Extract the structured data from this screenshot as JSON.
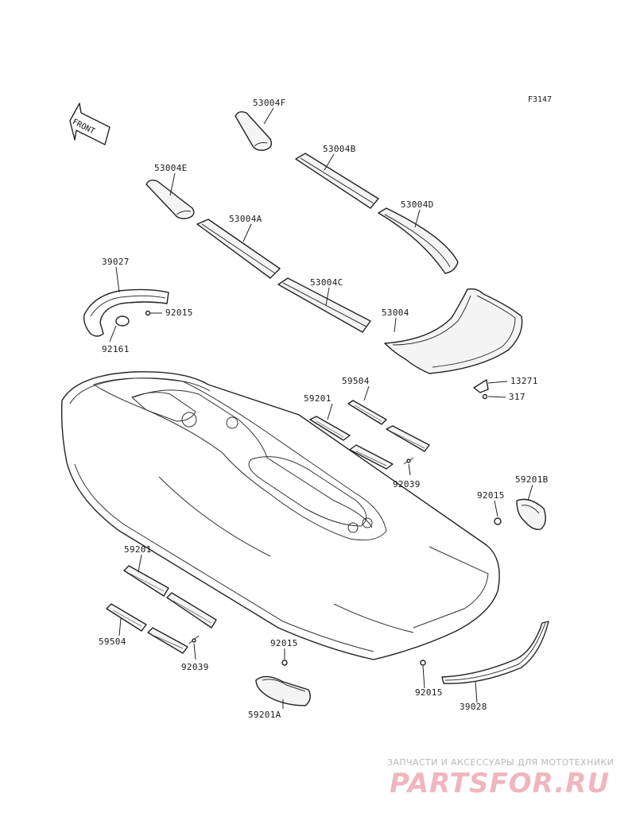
{
  "figure_code": "F3147",
  "front_label": "FRONT",
  "callouts": {
    "p53004F": "53004F",
    "p53004B": "53004B",
    "p53004E": "53004E",
    "p53004A": "53004A",
    "p53004D": "53004D",
    "p53004C": "53004C",
    "p53004": "53004",
    "p39027": "39027",
    "p92015_top": "92015",
    "p92161": "92161",
    "p13271": "13271",
    "p317": "317",
    "p59504_top": "59504",
    "p59201_top": "59201",
    "p92039_mid": "92039",
    "p92015_right": "92015",
    "p59201B": "59201B",
    "p59201_left": "59201",
    "p59504_left": "59504",
    "p92039_left": "92039",
    "p92015_bottom": "92015",
    "p59201A": "59201A",
    "p92015_br": "92015",
    "p39028": "39028"
  },
  "watermark": {
    "tagline": "ЗАПЧАСТИ И АКСЕССУАРЫ ДЛЯ МОТОТЕХНИКИ",
    "brand": "PARTSFOR.RU"
  }
}
